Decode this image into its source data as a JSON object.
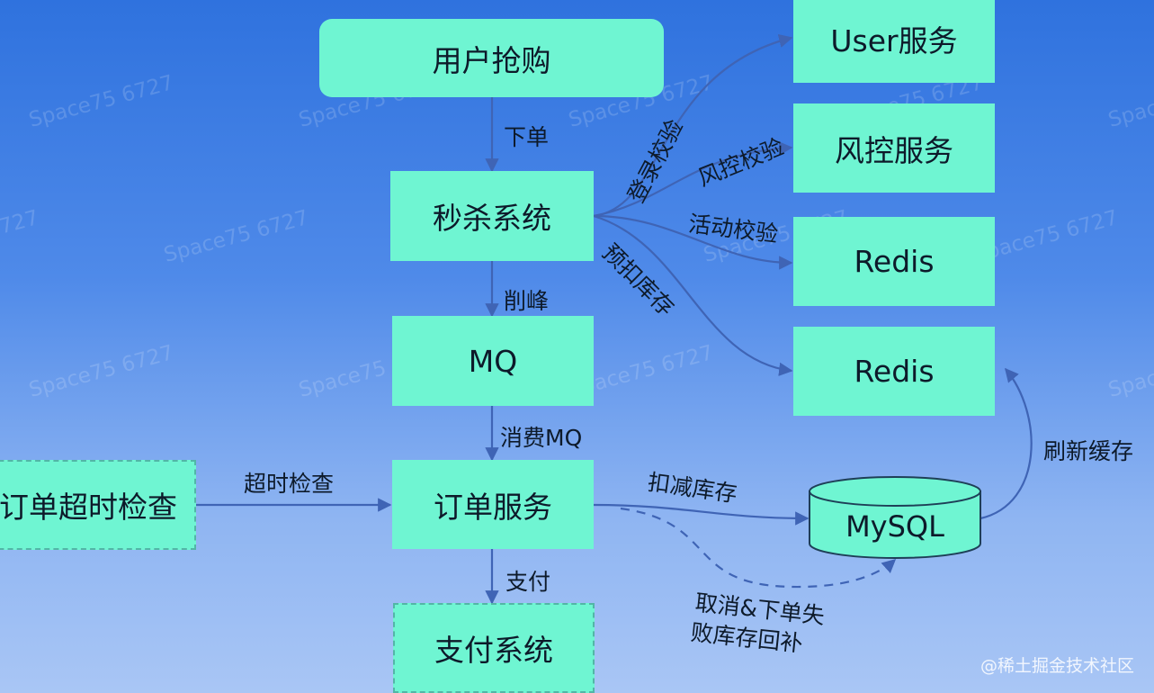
{
  "nodes": {
    "user_purchase": "用户抢购",
    "seckill_system": "秒杀系统",
    "mq": "MQ",
    "order_service": "订单服务",
    "payment_system": "支付系统",
    "order_timeout_check": "订单超时检查",
    "user_service": "User服务",
    "risk_service": "风控服务",
    "redis_1": "Redis",
    "redis_2": "Redis",
    "mysql": "MySQL"
  },
  "edges": {
    "place_order": "下单",
    "peak_shaving": "削峰",
    "consume_mq": "消费MQ",
    "pay": "支付",
    "timeout_check": "超时检查",
    "login_check": "登录校验",
    "risk_check": "风控校验",
    "activity_check": "活动校验",
    "pre_deduct_stock": "预扣库存",
    "deduct_stock": "扣减库存",
    "refresh_cache": "刷新缓存",
    "rollback_line1": "取消&下单失",
    "rollback_line2": "败库存回补"
  },
  "watermark": "Space75 6727",
  "footer": "@稀土掘金技术社区",
  "colors": {
    "node_fill": "#6ff5d2",
    "arrow": "#3f64b5",
    "background_top": "#2f72de",
    "background_bottom": "#a9c6f5"
  }
}
